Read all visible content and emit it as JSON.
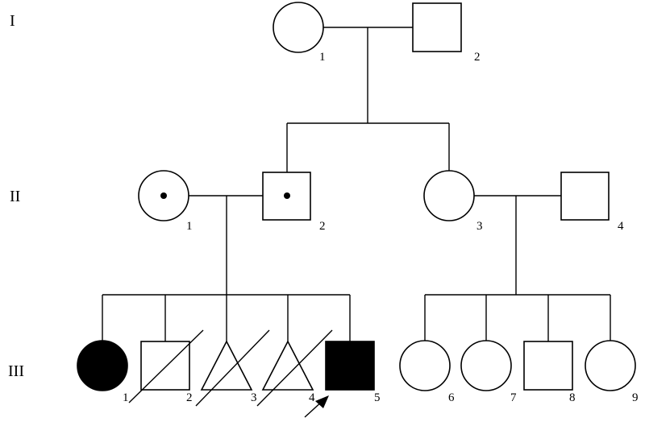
{
  "generations": [
    {
      "id": "gen-I",
      "label": "I"
    },
    {
      "id": "gen-II",
      "label": "II"
    },
    {
      "id": "gen-III",
      "label": "III"
    }
  ],
  "individuals": {
    "I1": {
      "label": "1",
      "sex": "female",
      "status": "unaffected"
    },
    "I2": {
      "label": "2",
      "sex": "male",
      "status": "unaffected"
    },
    "II1": {
      "label": "1",
      "sex": "female",
      "status": "carrier"
    },
    "II2": {
      "label": "2",
      "sex": "male",
      "status": "carrier"
    },
    "II3": {
      "label": "3",
      "sex": "female",
      "status": "unaffected"
    },
    "II4": {
      "label": "4",
      "sex": "male",
      "status": "unaffected"
    },
    "III1": {
      "label": "1",
      "sex": "female",
      "status": "affected"
    },
    "III2": {
      "label": "2",
      "sex": "male",
      "status": "deceased"
    },
    "III3": {
      "label": "3",
      "sex": "miscarriage",
      "status": "deceased"
    },
    "III4": {
      "label": "4",
      "sex": "miscarriage",
      "status": "deceased"
    },
    "III5": {
      "label": "5",
      "sex": "male",
      "status": "affected",
      "proband": true
    },
    "III6": {
      "label": "6",
      "sex": "female",
      "status": "unaffected"
    },
    "III7": {
      "label": "7",
      "sex": "female",
      "status": "unaffected"
    },
    "III8": {
      "label": "8",
      "sex": "male",
      "status": "unaffected"
    },
    "III9": {
      "label": "9",
      "sex": "female",
      "status": "unaffected"
    }
  },
  "colors": {
    "line": "#000000",
    "affected": "#000000",
    "background": "#ffffff"
  }
}
